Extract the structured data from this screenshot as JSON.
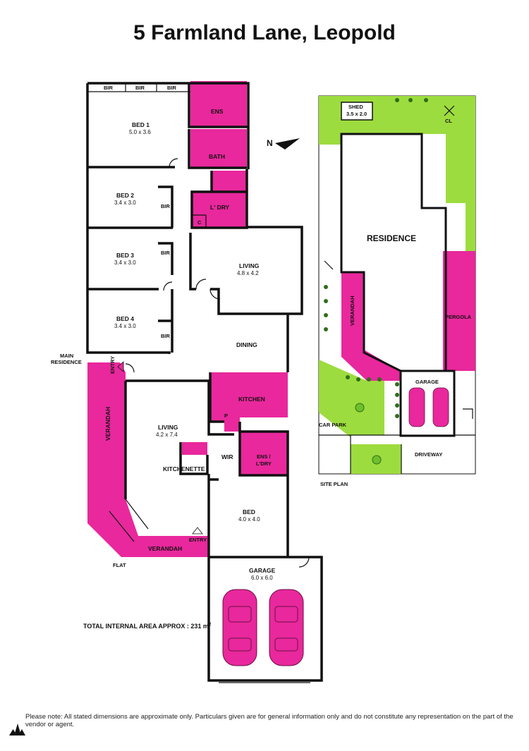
{
  "title": "5 Farmland Lane, Leopold",
  "rooms": {
    "bir1": "BIR",
    "bir2": "BIR",
    "bir3": "BIR",
    "ens": "ENS",
    "bed1": "BED 1",
    "bed1_dim": "5.0 x 3.6",
    "bath": "BATH",
    "bed2": "BED 2",
    "bed2_dim": "3.4 x 3.0",
    "bed2_bir": "BIR",
    "laundry": "L' DRY",
    "laundry_c": "C",
    "bed3": "BED 3",
    "bed3_dim": "3.4 x 3.0",
    "bed3_bir": "BIR",
    "living_main": "LIVING",
    "living_main_dim": "4.8 x 4.2",
    "bed4": "BED 4",
    "bed4_dim": "3.4 x 3.0",
    "bed4_bir": "BIR",
    "dining": "DINING",
    "main_residence_1": "MAIN",
    "main_residence_2": "RESIDENCE",
    "entry_main": "ENTRY",
    "kitchen": "KITCHEN",
    "pantry": "P",
    "verandah_flat": "VERANDAH",
    "living_flat": "LIVING",
    "living_flat_dim": "4.2 x 7.4",
    "kitchenette": "KITCHENETTE",
    "wir": "WIR",
    "ens_ldry_1": "ENS /",
    "ens_ldry_2": "L'DRY",
    "bed_flat": "BED",
    "bed_flat_dim": "4.0 x 4.0",
    "entry_flat": "ENTRY",
    "verandah_flat_2": "VERANDAH",
    "flat": "FLAT",
    "garage": "GARAGE",
    "garage_dim": "6.0 x 6.0"
  },
  "site_plan": {
    "shed": "SHED",
    "shed_dim": "3.5 x 2.0",
    "cl": "CL",
    "residence": "RESIDENCE",
    "verandah": "VERANDAH",
    "pergola": "PERGOLA",
    "garage": "GARAGE",
    "car_park": "CAR PARK",
    "driveway": "DRIVEWAY",
    "label": "SITE PLAN"
  },
  "north": "N",
  "area_label": "TOTAL INTERNAL AREA APPROX : 231 m",
  "area_sup": "2",
  "disclaimer": "Please note: All stated dimensions are approximate only. Particulars given are for general information only and do not constitute any representation on the part of the vendor or agent.",
  "colors": {
    "wet_areas": "#e8289c",
    "lawn": "#9ddc3e",
    "walls": "#111111"
  },
  "icons": [
    "north-arrow-icon",
    "car-icon",
    "tree-icon",
    "logo-icon"
  ]
}
